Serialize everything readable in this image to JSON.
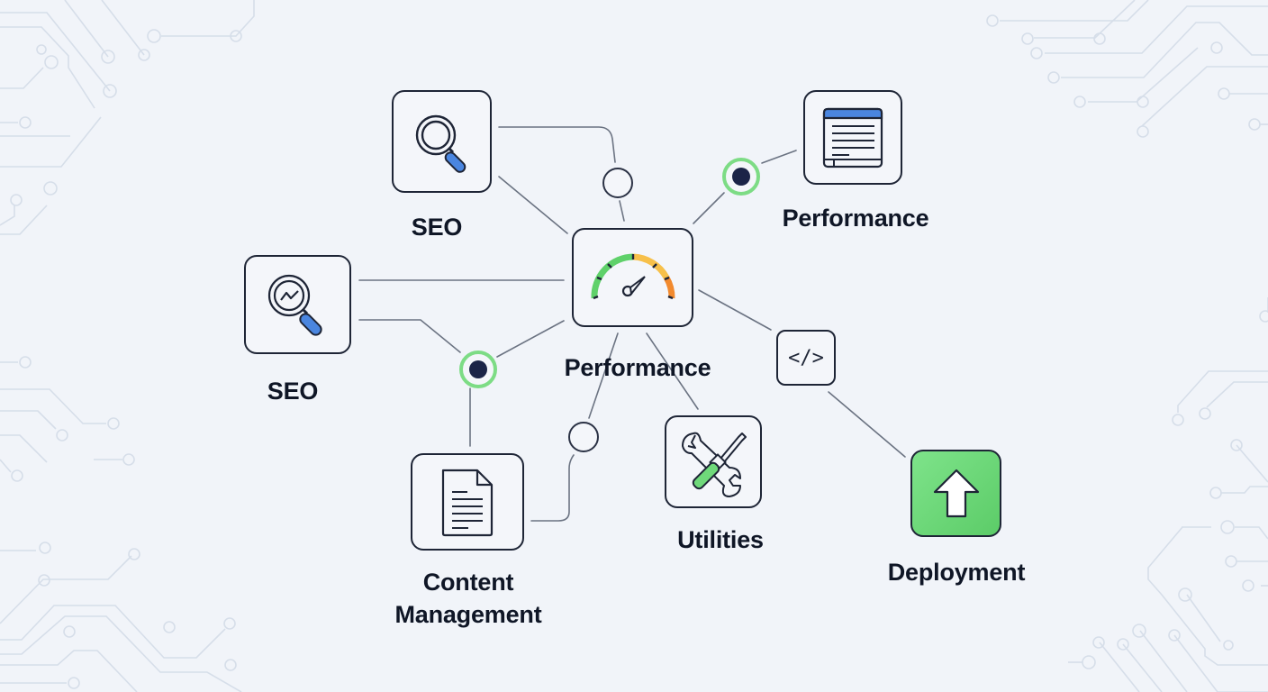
{
  "diagram": {
    "title": "Web Platform Capabilities",
    "colors": {
      "background": "#f1f4f9",
      "stroke": "#1e2536",
      "link": "#6b7382",
      "accent_green": "#6fd97a",
      "accent_blue": "#4a86e0",
      "gauge_green": "#5fd16a",
      "gauge_yellow": "#f7c04a",
      "gauge_orange": "#f28a2e",
      "circuit": "#d5dee9"
    },
    "nodes": [
      {
        "id": "seo-top",
        "label": "SEO",
        "icon": "magnifier-icon"
      },
      {
        "id": "perf-hub",
        "label": "Performance",
        "icon": "speedometer-icon"
      },
      {
        "id": "perf-doc",
        "label": "Performance",
        "icon": "browser-window-icon"
      },
      {
        "id": "seo-left",
        "label": "SEO",
        "icon": "magnifier-trend-icon"
      },
      {
        "id": "content",
        "label_line1": "Content",
        "label_line2": "Management",
        "icon": "document-icon"
      },
      {
        "id": "utilities",
        "label": "Utilities",
        "icon": "wrench-screwdriver-icon"
      },
      {
        "id": "code",
        "label": "",
        "icon": "code-brackets-text",
        "glyph": "</>"
      },
      {
        "id": "deployment",
        "label": "Deployment",
        "icon": "upload-arrow-icon"
      }
    ],
    "junctions": [
      {
        "id": "j-top",
        "state": "inactive"
      },
      {
        "id": "j-right",
        "state": "active"
      },
      {
        "id": "j-left",
        "state": "active"
      },
      {
        "id": "j-bottom",
        "state": "inactive"
      }
    ],
    "edges": [
      {
        "from": "seo-top",
        "to": "j-top"
      },
      {
        "from": "j-top",
        "to": "perf-hub"
      },
      {
        "from": "seo-top",
        "to": "perf-hub"
      },
      {
        "from": "perf-hub",
        "to": "j-right"
      },
      {
        "from": "j-right",
        "to": "perf-doc"
      },
      {
        "from": "seo-left",
        "to": "perf-hub"
      },
      {
        "from": "seo-left",
        "to": "j-left"
      },
      {
        "from": "j-left",
        "to": "perf-hub"
      },
      {
        "from": "j-left",
        "to": "content"
      },
      {
        "from": "perf-hub",
        "to": "j-bottom"
      },
      {
        "from": "j-bottom",
        "to": "content"
      },
      {
        "from": "perf-hub",
        "to": "utilities"
      },
      {
        "from": "perf-hub",
        "to": "code"
      },
      {
        "from": "code",
        "to": "deployment"
      }
    ]
  }
}
